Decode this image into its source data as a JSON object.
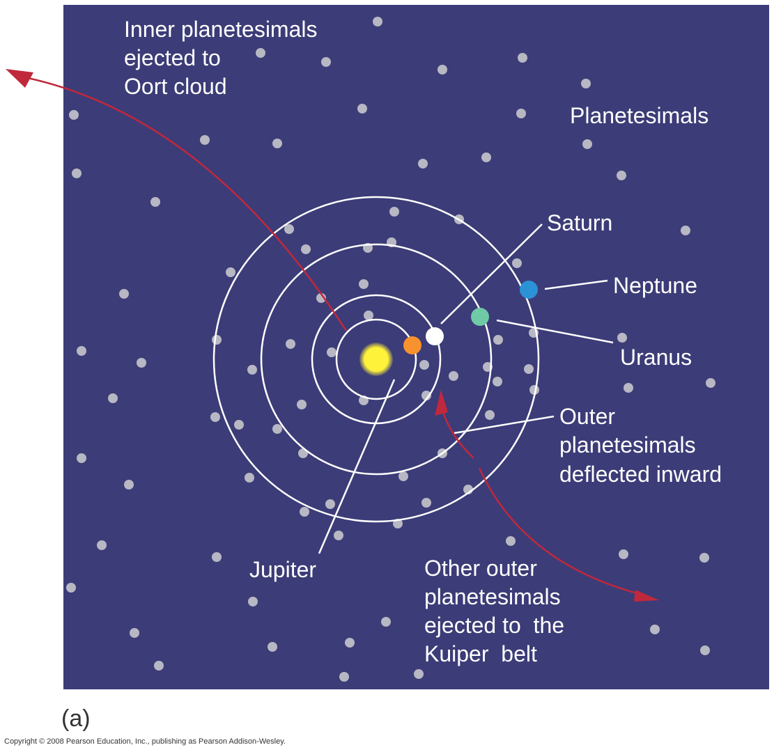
{
  "colors": {
    "background": "#3c3c78",
    "dot": "#b8b8c4",
    "orbit": "#ffffff",
    "arrow": "#c0283c",
    "sun": "#fff23a",
    "jupiter": "#f7922f",
    "saturn": "#ffffff",
    "uranus": "#6fcaa6",
    "neptune": "#2b92d6"
  },
  "labels": {
    "inner": [
      "Inner planetesimals",
      "ejected to",
      "Oort cloud"
    ],
    "planetesimals": "Planetesimals",
    "saturn": "Saturn",
    "neptune": "Neptune",
    "uranus": "Uranus",
    "outer": [
      "Outer",
      "planetesimals",
      "deflected inward"
    ],
    "jupiter": "Jupiter",
    "other": [
      "Other outer",
      "planetesimals",
      "ejected to  the",
      "Kuiper  belt"
    ]
  },
  "panel_label": "(a)",
  "copyright": "Copyright © 2008 Pearson Education, Inc., publishing as Pearson Addison-Wesley."
}
